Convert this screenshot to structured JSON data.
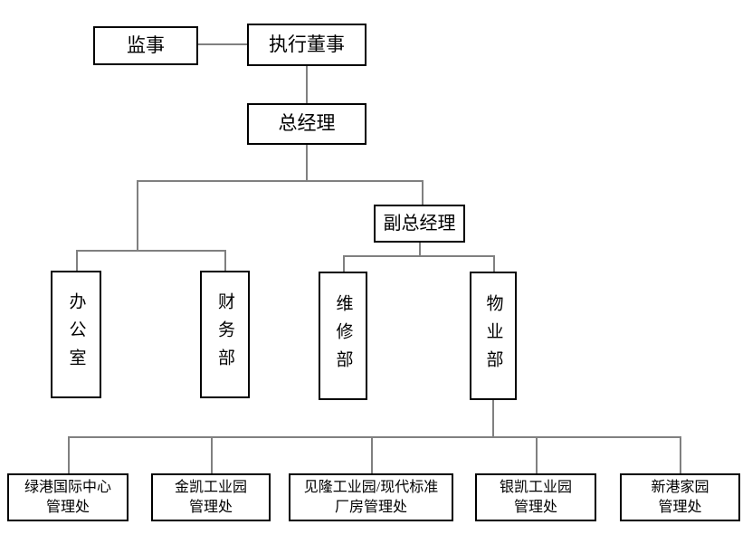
{
  "colors": {
    "background": "#ffffff",
    "box_border": "#000000",
    "connector": "#808080",
    "text": "#000000"
  },
  "diagram": {
    "type": "org-chart",
    "nodes": {
      "supervisor": {
        "label": "监事"
      },
      "executive_director": {
        "label": "执行董事"
      },
      "general_manager": {
        "label": "总经理"
      },
      "deputy_general_manager": {
        "label": "副总经理"
      },
      "office": {
        "label": "办公室"
      },
      "finance_dept": {
        "label": "财务部"
      },
      "maintenance_dept": {
        "label": "维修部"
      },
      "property_dept": {
        "label": "物业部"
      },
      "lvgang_mgmt": {
        "label": "绿港国际中心\n管理处"
      },
      "jinkai_mgmt": {
        "label": "金凯工业园\n管理处"
      },
      "jianlong_mgmt": {
        "label": "见隆工业园/现代标准\n厂房管理处"
      },
      "yinkai_mgmt": {
        "label": "银凯工业园\n管理处"
      },
      "xingang_mgmt": {
        "label": "新港家园\n管理处"
      }
    },
    "edges": [
      {
        "from": "监事",
        "to": "执行董事",
        "style": "lateral"
      },
      {
        "from": "执行董事",
        "to": "总经理"
      },
      {
        "from": "总经理",
        "to": "办公室"
      },
      {
        "from": "总经理",
        "to": "财务部"
      },
      {
        "from": "总经理",
        "to": "副总经理"
      },
      {
        "from": "副总经理",
        "to": "维修部"
      },
      {
        "from": "副总经理",
        "to": "物业部"
      },
      {
        "from": "物业部",
        "to": "绿港国际中心管理处"
      },
      {
        "from": "物业部",
        "to": "金凯工业园管理处"
      },
      {
        "from": "物业部",
        "to": "见隆工业园/现代标准厂房管理处"
      },
      {
        "from": "物业部",
        "to": "银凯工业园管理处"
      },
      {
        "from": "物业部",
        "to": "新港家园管理处"
      }
    ]
  }
}
